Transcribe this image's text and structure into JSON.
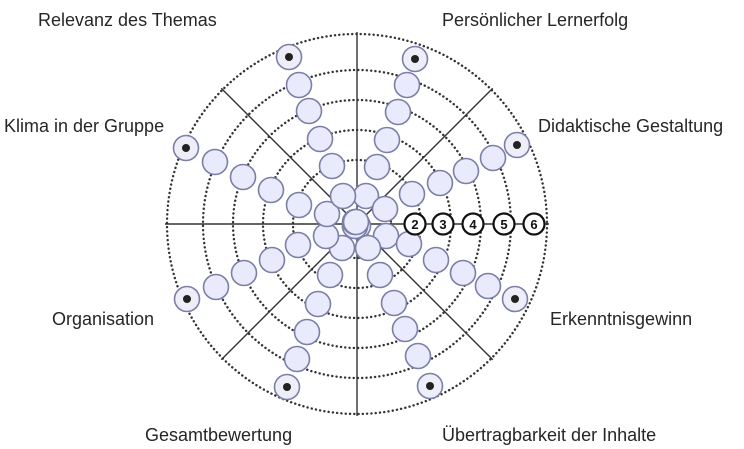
{
  "diagram": {
    "labels": {
      "top_left": "Relevanz des Themas",
      "top_right": "Persönlicher Lernerfolg",
      "mid_left": "Klima in der Gruppe",
      "mid_right": "Didaktische Gestaltung",
      "lower_left": "Organisation",
      "lower_right": "Erkenntnisgewinn",
      "bottom_left": "Gesamtbewertung",
      "bottom_right": "Übertragbarkeit der Inhalte"
    },
    "scale_numbers": [
      "2",
      "3",
      "4",
      "5",
      "6"
    ]
  }
}
